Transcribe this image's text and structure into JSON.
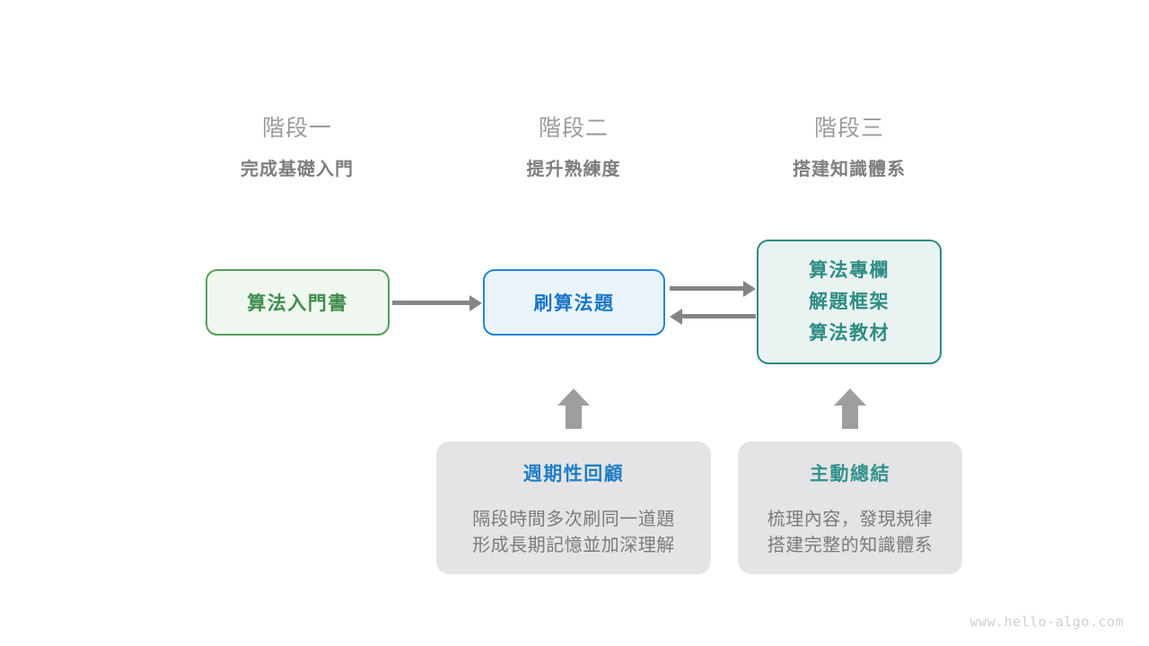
{
  "stages": [
    {
      "title": "階段一",
      "subtitle": "完成基礎入門"
    },
    {
      "title": "階段二",
      "subtitle": "提升熟練度"
    },
    {
      "title": "階段三",
      "subtitle": "搭建知識體系"
    }
  ],
  "nodes": {
    "intro_book": {
      "label": "算法入門書",
      "border_color": "#57a05a",
      "fill_color": "#eff7ef",
      "text_color": "#3f8c4d"
    },
    "practice": {
      "label": "刷算法題",
      "border_color": "#1f86d8",
      "fill_color": "#eaf4fd",
      "text_color": "#1a76c6"
    },
    "knowledge": {
      "lines": [
        "算法專欄",
        "解題框架",
        "算法教材"
      ],
      "border_color": "#2d8a84",
      "fill_color": "#e9f4f2",
      "text_color": "#2e8c84"
    }
  },
  "cards": [
    {
      "title": "週期性回顧",
      "title_color": "#1f7fc4",
      "body_line1": "隔段時間多次刷同一道題",
      "body_line2": "形成長期記憶並加深理解"
    },
    {
      "title": "主動總結",
      "title_color": "#32938b",
      "body_line1": "梳理內容，發現規律",
      "body_line2": "搭建完整的知識體系"
    }
  ],
  "arrows": {
    "color": "#858585",
    "block_color": "#9e9e9e"
  },
  "watermark": "www.hello-algo.com"
}
